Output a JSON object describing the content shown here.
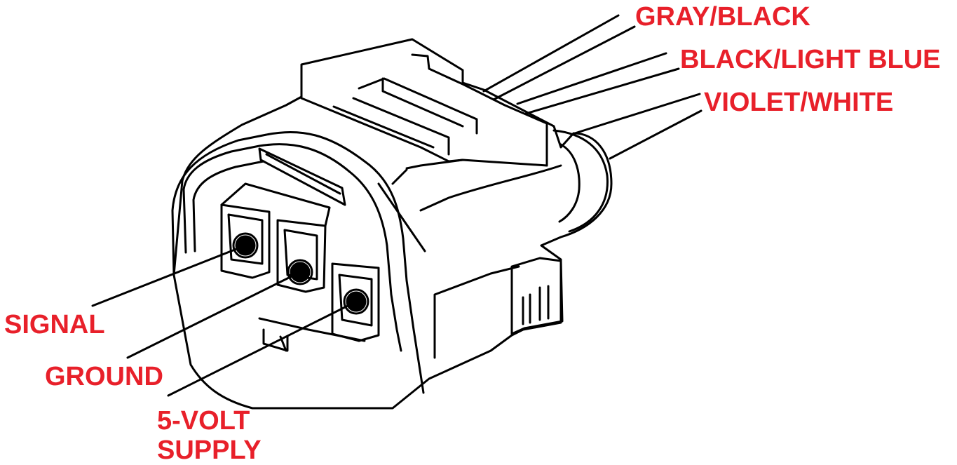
{
  "wire_labels": {
    "gray_black": "GRAY/BLACK",
    "black_light_blue": "BLACK/LIGHT BLUE",
    "violet_white": "VIOLET/WHITE"
  },
  "terminal_labels": {
    "signal": "SIGNAL",
    "ground": "GROUND",
    "five_volt_line1": "5-VOLT",
    "five_volt_line2": "SUPPLY"
  },
  "colors": {
    "label_color": "#e8202a",
    "line_color": "#000000",
    "background": "#ffffff"
  }
}
